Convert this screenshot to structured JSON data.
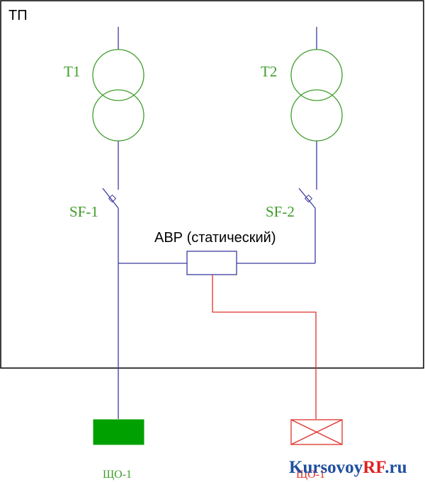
{
  "diagram": {
    "substation_label": "ТП",
    "transformer_1_label": "T1",
    "transformer_2_label": "T2",
    "breaker_1_label": "SF-1",
    "breaker_2_label": "SF-2",
    "avr_label": "АВР (статический)",
    "panel_1_label": "ЩО-1",
    "panel_2_label": "ЩО-1"
  },
  "watermark": {
    "part_1": "Kursovoy",
    "part_2": "RF",
    "part_3": ".ru"
  },
  "colors": {
    "frame": "#000000",
    "bus_line": "#3a3aa0",
    "transformer": "#3f9d2a",
    "control_line": "#e0302a",
    "panel_1_fill": "#00a000",
    "panel_2_stroke": "#e0302a"
  }
}
